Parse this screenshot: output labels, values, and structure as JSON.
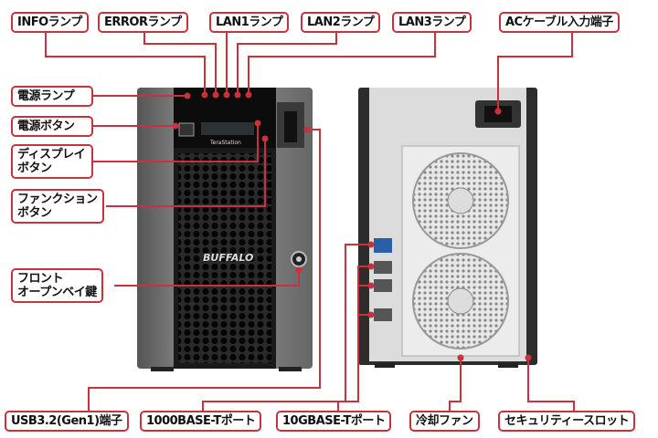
{
  "labels": {
    "info_lamp": "INFOランプ",
    "error_lamp": "ERRORランプ",
    "lan1_lamp": "LAN1ランプ",
    "lan2_lamp": "LAN2ランプ",
    "lan3_lamp": "LAN3ランプ",
    "ac_input": "ACケーブル入力端子",
    "power_lamp": "電源ランプ",
    "power_button": "電源ボタン",
    "display_button_1": "ディスプレイ",
    "display_button_2": "ボタン",
    "function_button_1": "ファンクション",
    "function_button_2": "ボタン",
    "bay_key_1": "フロント",
    "bay_key_2": "オープンベイ鍵",
    "usb_port": "USB3.2(Gen1)端子",
    "port_1000base": "1000BASE-Tポート",
    "port_10gbase": "10GBASE-Tポート",
    "cooling_fan": "冷却ファン",
    "security_slot": "セキュリティースロット"
  },
  "device": {
    "brand": "BUFFALO",
    "model": "TeraStation"
  },
  "colors": {
    "accent": "#c8323c"
  }
}
